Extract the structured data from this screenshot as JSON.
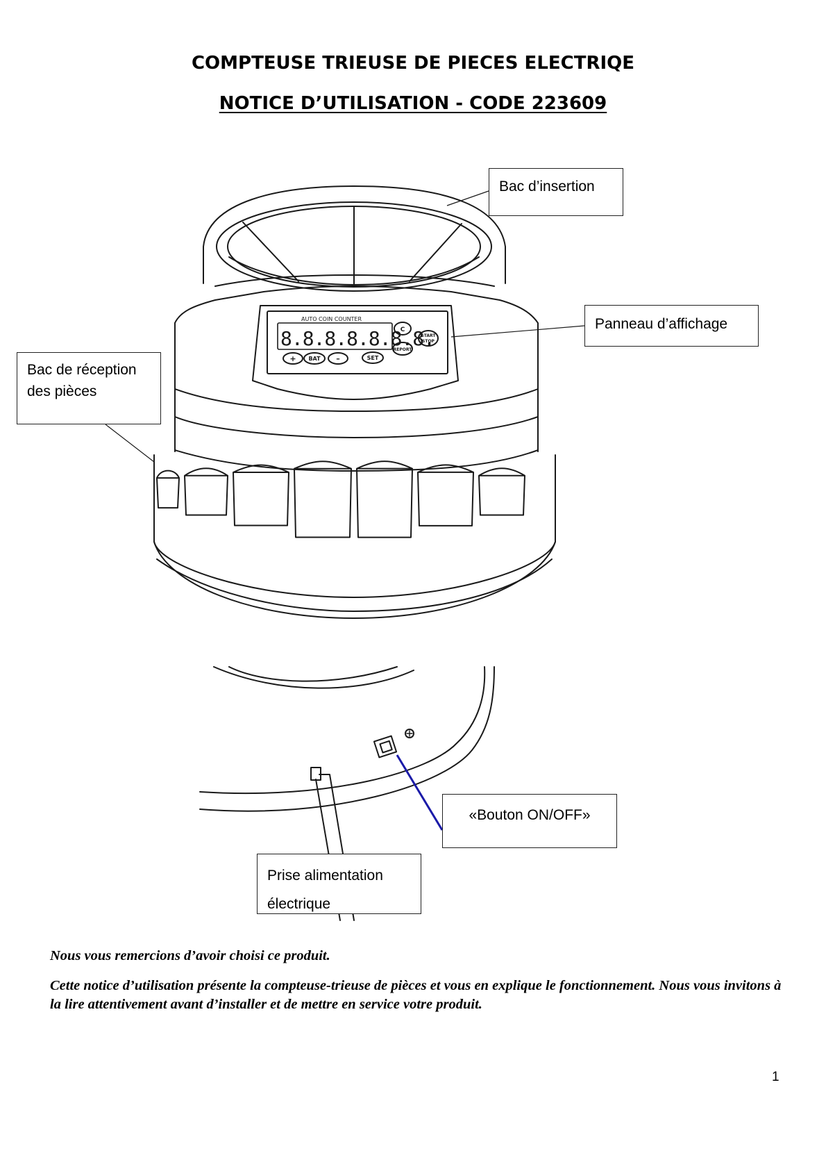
{
  "document": {
    "title": "COMPTEUSE TRIEUSE DE PIECES ELECTRIQE",
    "subtitle": "NOTICE D’UTILISATION - CODE 223609",
    "page_number": "1"
  },
  "device": {
    "panel_brand": "AUTO COIN COUNTER",
    "display_digits": "8.8.8.8.8.8.8.",
    "buttons": {
      "clear": "C",
      "start_top": "START",
      "start_bottom": "STOP",
      "report": "REPORT",
      "plus": "+",
      "bat": "BAT",
      "minus": "–",
      "set": "SET"
    }
  },
  "callouts": {
    "insertion_tray": "Bac d’insertion",
    "display_panel": "Panneau d’affichage",
    "reception_line1": "Bac de réception",
    "reception_line2": "des pièces",
    "on_off": "«Bouton ON/OFF»",
    "power_line1": "Prise alimentation",
    "power_line2": "électrique"
  },
  "intro": {
    "thanks": "Nous vous remercions d’avoir choisi ce produit.",
    "description": "Cette notice d’utilisation présente la compteuse-trieuse de pièces et vous en explique le fonctionnement. Nous vous invitons à la lire attentivement avant d’installer et de mettre en service votre produit."
  },
  "colors": {
    "line": "#1a1a1a",
    "leader_blue": "#1a1aa8"
  }
}
